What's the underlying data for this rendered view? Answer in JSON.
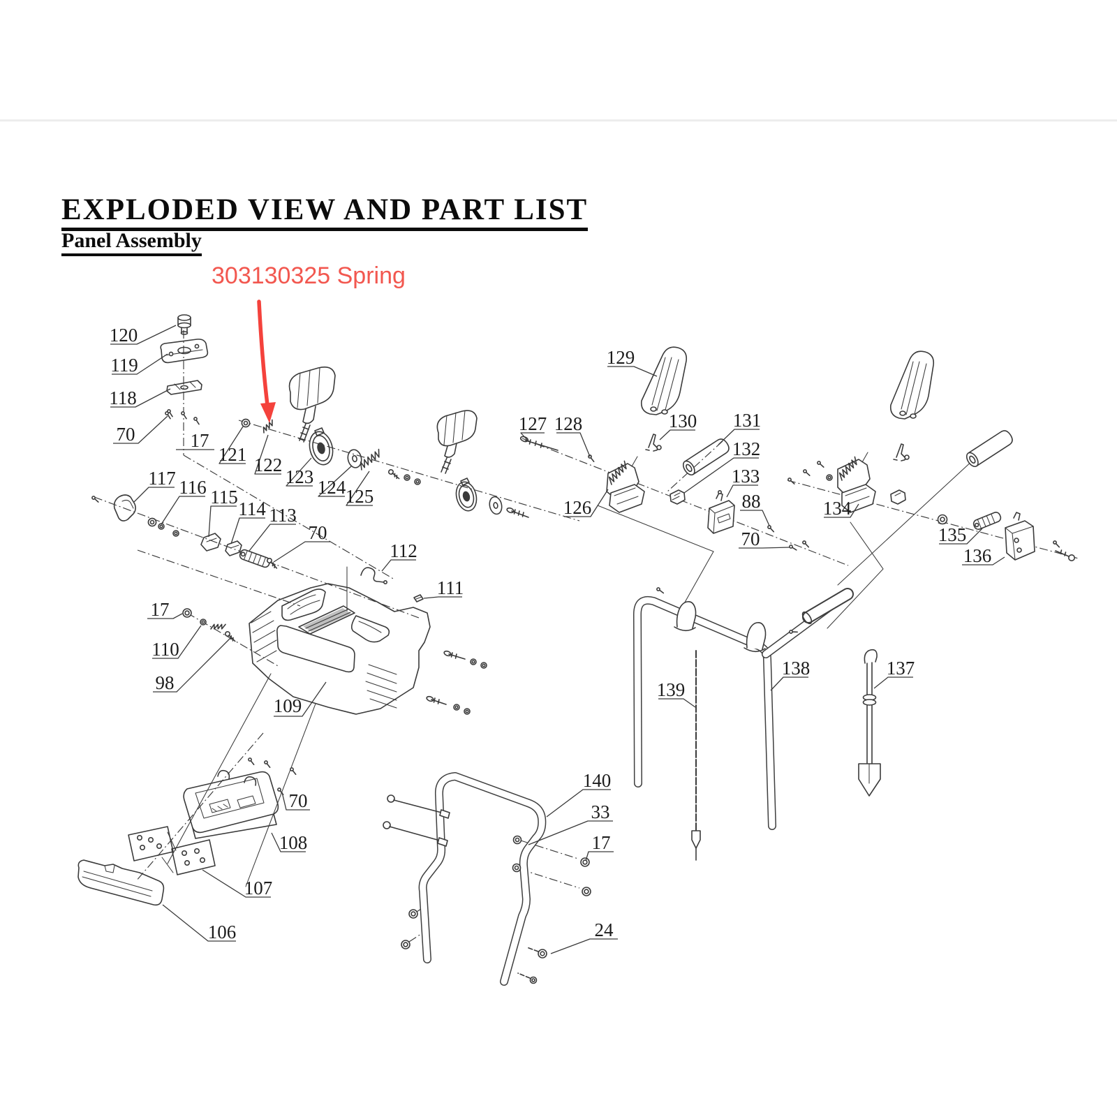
{
  "page": {
    "title": "EXPLODED VIEW AND PART LIST",
    "subtitle": "Panel Assembly"
  },
  "annotation": {
    "label": "303130325 Spring",
    "text_color": "#f2574f",
    "arrow_color": "#f4423c"
  },
  "diagram": {
    "ink_color": "#3a3a3a",
    "callouts": [
      {
        "ref": "120"
      },
      {
        "ref": "119"
      },
      {
        "ref": "118"
      },
      {
        "ref": "70"
      },
      {
        "ref": "17"
      },
      {
        "ref": "121"
      },
      {
        "ref": "122"
      },
      {
        "ref": "123"
      },
      {
        "ref": "124"
      },
      {
        "ref": "125"
      },
      {
        "ref": "117"
      },
      {
        "ref": "116"
      },
      {
        "ref": "115"
      },
      {
        "ref": "114"
      },
      {
        "ref": "113"
      },
      {
        "ref": "70"
      },
      {
        "ref": "112"
      },
      {
        "ref": "111"
      },
      {
        "ref": "17"
      },
      {
        "ref": "110"
      },
      {
        "ref": "98"
      },
      {
        "ref": "109"
      },
      {
        "ref": "129"
      },
      {
        "ref": "127"
      },
      {
        "ref": "128"
      },
      {
        "ref": "130"
      },
      {
        "ref": "131"
      },
      {
        "ref": "132"
      },
      {
        "ref": "133"
      },
      {
        "ref": "88"
      },
      {
        "ref": "126"
      },
      {
        "ref": "70"
      },
      {
        "ref": "134"
      },
      {
        "ref": "135"
      },
      {
        "ref": "136"
      },
      {
        "ref": "138"
      },
      {
        "ref": "139"
      },
      {
        "ref": "137"
      },
      {
        "ref": "140"
      },
      {
        "ref": "33"
      },
      {
        "ref": "17"
      },
      {
        "ref": "24"
      },
      {
        "ref": "70"
      },
      {
        "ref": "108"
      },
      {
        "ref": "107"
      },
      {
        "ref": "106"
      }
    ]
  }
}
